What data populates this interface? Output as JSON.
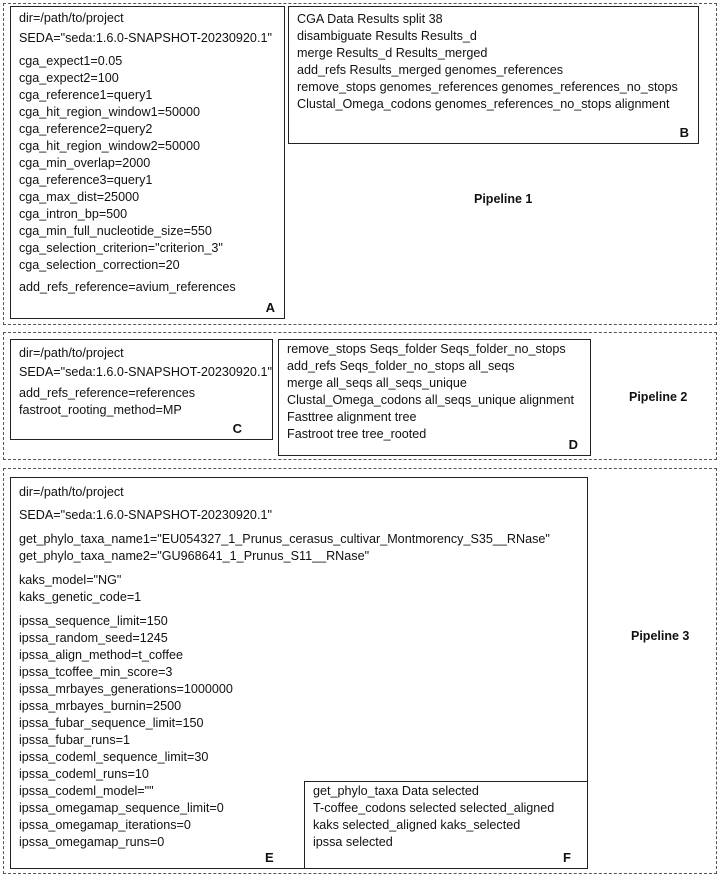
{
  "pipelines": [
    {
      "label": "Pipeline 1",
      "config": {
        "tag": "A",
        "lines": [
          "dir=/path/to/project",
          "SEDA=\"seda:1.6.0-SNAPSHOT-20230920.1\"",
          "cga_expect1=0.05",
          "cga_expect2=100",
          "cga_reference1=query1",
          "cga_hit_region_window1=50000",
          "cga_reference2=query2",
          "cga_hit_region_window2=50000",
          "cga_min_overlap=2000",
          "cga_reference3=query1",
          "cga_max_dist=25000",
          "cga_intron_bp=500",
          "cga_min_full_nucleotide_size=550",
          "cga_selection_criterion=\"criterion_3\"",
          "cga_selection_correction=20",
          "add_refs_reference=avium_references"
        ]
      },
      "commands": {
        "tag": "B",
        "lines": [
          "CGA Data Results split 38",
          "disambiguate Results Results_d",
          "merge Results_d Results_merged",
          "add_refs Results_merged genomes_references",
          "remove_stops genomes_references genomes_references_no_stops",
          "Clustal_Omega_codons genomes_references_no_stops alignment"
        ]
      }
    },
    {
      "label": "Pipeline 2",
      "config": {
        "tag": "C",
        "lines": [
          "dir=/path/to/project",
          "SEDA=\"seda:1.6.0-SNAPSHOT-20230920.1\"",
          "add_refs_reference=references",
          "fastroot_rooting_method=MP"
        ]
      },
      "commands": {
        "tag": "D",
        "lines": [
          "remove_stops Seqs_folder Seqs_folder_no_stops",
          "add_refs Seqs_folder_no_stops all_seqs",
          "merge all_seqs all_seqs_unique",
          "Clustal_Omega_codons all_seqs_unique alignment",
          "Fasttree alignment tree",
          "Fastroot tree tree_rooted"
        ]
      }
    },
    {
      "label": "Pipeline 3",
      "config": {
        "tag": "E",
        "lines": [
          "dir=/path/to/project",
          "SEDA=\"seda:1.6.0-SNAPSHOT-20230920.1\"",
          "get_phylo_taxa_name1=\"EU054327_1_Prunus_cerasus_cultivar_Montmorency_S35__RNase\"",
          "get_phylo_taxa_name2=\"GU968641_1_Prunus_S11__RNase\"",
          "kaks_model=\"NG\"",
          "kaks_genetic_code=1",
          "ipssa_sequence_limit=150",
          "ipssa_random_seed=1245",
          "ipssa_align_method=t_coffee",
          "ipssa_tcoffee_min_score=3",
          "ipssa_mrbayes_generations=1000000",
          "ipssa_mrbayes_burnin=2500",
          "ipssa_fubar_sequence_limit=150",
          "ipssa_fubar_runs=1",
          "ipssa_codeml_sequence_limit=30",
          "ipssa_codeml_runs=10",
          "ipssa_codeml_model=\"\"",
          "ipssa_omegamap_sequence_limit=0",
          "ipssa_omegamap_iterations=0",
          "ipssa_omegamap_runs=0"
        ]
      },
      "commands": {
        "tag": "F",
        "lines": [
          "get_phylo_taxa Data selected",
          "T-coffee_codons selected selected_aligned",
          "kaks selected_aligned kaks_selected",
          "ipssa selected"
        ]
      }
    }
  ]
}
